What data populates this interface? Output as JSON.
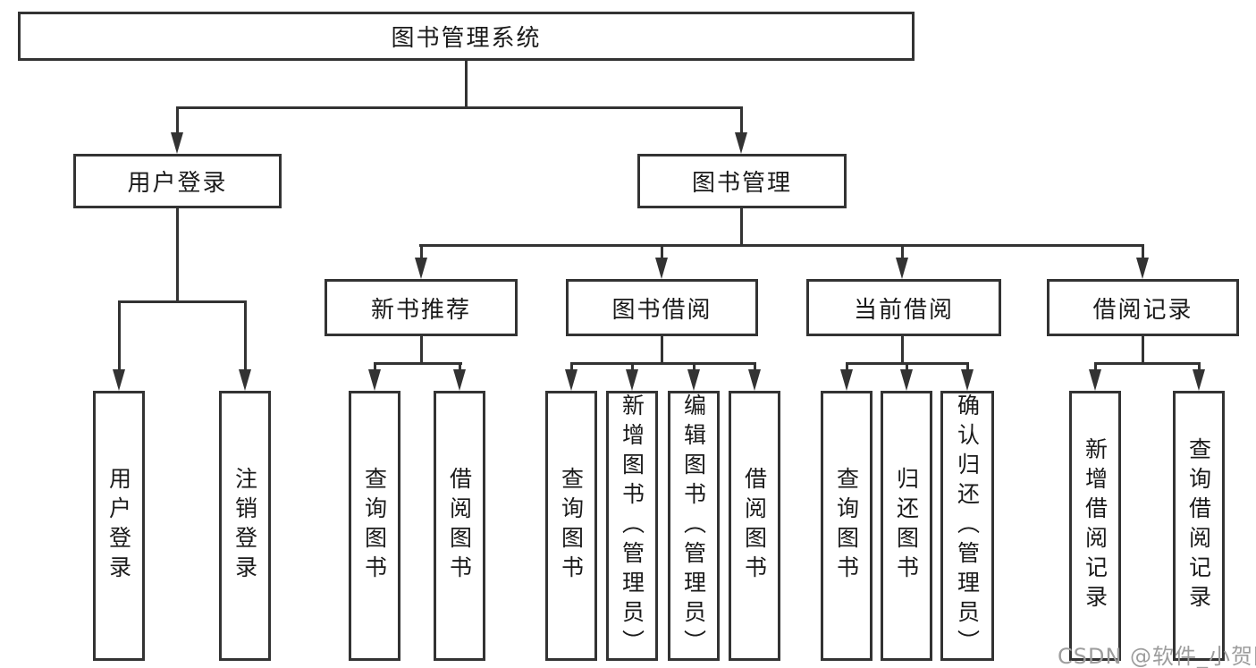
{
  "tree": {
    "root": {
      "label": "图书管理系统"
    },
    "branches": [
      {
        "label": "用户登录",
        "children": [
          {
            "label": "用户登录"
          },
          {
            "label": "注销登录"
          }
        ]
      },
      {
        "label": "图书管理",
        "children": [
          {
            "label": "新书推荐",
            "children": [
              {
                "label": "查询图书"
              },
              {
                "label": "借阅图书"
              }
            ]
          },
          {
            "label": "图书借阅",
            "children": [
              {
                "label": "查询图书"
              },
              {
                "label": "新增图书（管理员）"
              },
              {
                "label": "编辑图书（管理员）"
              },
              {
                "label": "借阅图书"
              }
            ]
          },
          {
            "label": "当前借阅",
            "children": [
              {
                "label": "查询图书"
              },
              {
                "label": "归还图书"
              },
              {
                "label": "确认归还（管理员）"
              }
            ]
          },
          {
            "label": "借阅记录",
            "children": [
              {
                "label": "新增借阅记录"
              },
              {
                "label": "查询借阅记录"
              }
            ]
          }
        ]
      }
    ]
  },
  "watermark": {
    "text": "CSDN @软件_小贺同学"
  },
  "colors": {
    "line": "#333333",
    "text": "#1a1a1a",
    "watermark": "#9d9d9d",
    "background": "#ffffff"
  }
}
